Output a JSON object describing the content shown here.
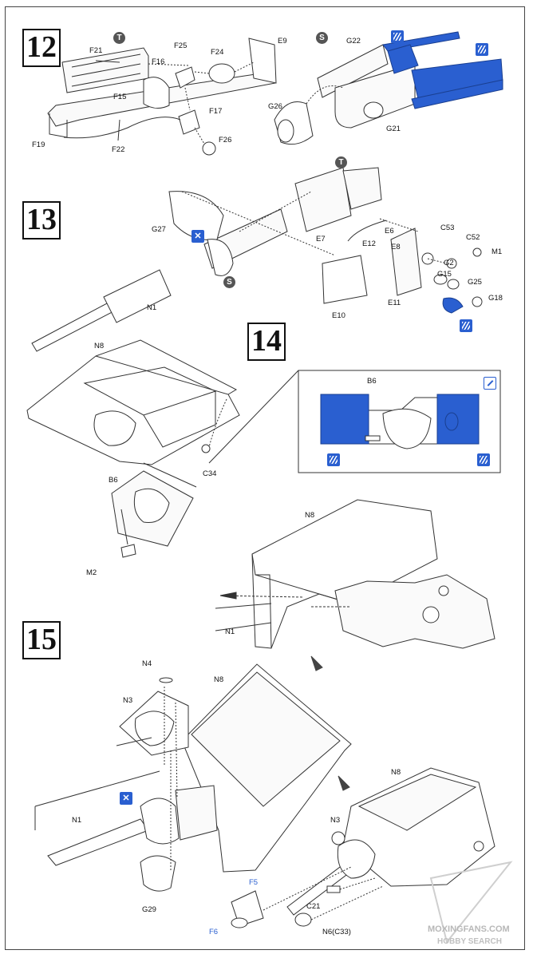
{
  "colors": {
    "accent_blue": "#2a5fd0",
    "line": "#333333"
  },
  "steps": {
    "s12": {
      "number": "12"
    },
    "s13": {
      "number": "13"
    },
    "s14": {
      "number": "14"
    },
    "s15": {
      "number": "15"
    }
  },
  "markers": {
    "t": "T",
    "s": "S"
  },
  "labels": {
    "F21": "F21",
    "F25": "F25",
    "F24": "F24",
    "E9": "E9",
    "F16": "F16",
    "F15": "F15",
    "F17": "F17",
    "F19": "F19",
    "F22": "F22",
    "F26": "F26",
    "G22": "G22",
    "G26": "G26",
    "G21": "G21",
    "G27": "G27",
    "E7": "E7",
    "E6": "E6",
    "C53": "C53",
    "C52": "C52",
    "M1": "M1",
    "E12": "E12",
    "E8": "E8",
    "G2": "G2",
    "G15": "G15",
    "G25": "G25",
    "G18": "G18",
    "E11": "E11",
    "E10": "E10",
    "N1_13": "N1",
    "N8_14": "N8",
    "B6_inset": "B6",
    "C34": "C34",
    "B6": "B6",
    "M2": "M2",
    "N8_14b": "N8",
    "N1_14": "N1",
    "N4": "N4",
    "N3": "N3",
    "N8_15": "N8",
    "N1_15": "N1",
    "G29": "G29",
    "F5": "F5",
    "F6": "F6",
    "N8_15b": "N8",
    "N3_15b": "N3",
    "C21": "C21",
    "N6C33": "N6(C33)"
  },
  "watermark": {
    "site": "MOXINGFANS.COM",
    "brand": "HOBBY SEARCH"
  }
}
